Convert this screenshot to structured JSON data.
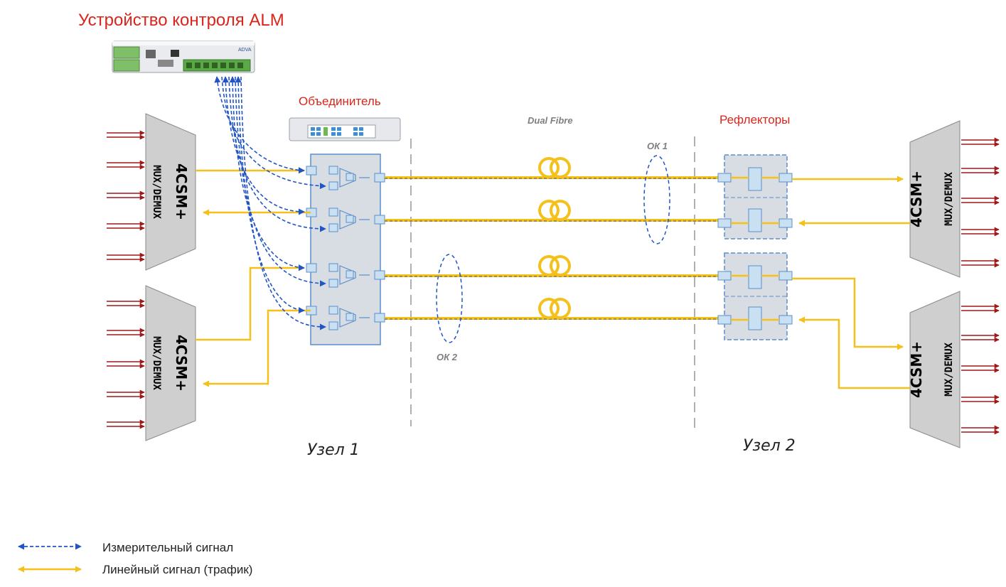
{
  "title": "Устройство контроля ALM",
  "combiner_label": "Объединитель",
  "reflectors_label": "Рефлекторы",
  "fibre_label": "Dual Fibre",
  "cable_labels": {
    "ok1": "ОК 1",
    "ok2": "ОК 2"
  },
  "node_labels": {
    "node1": "Узел 1",
    "node2": "Узел 2"
  },
  "mux_units": [
    {
      "title": "4CSM+",
      "subtitle": "MUX/DEMUX"
    },
    {
      "title": "4CSM+",
      "subtitle": "MUX/DEMUX"
    },
    {
      "title": "4CSM+",
      "subtitle": "MUX/DEMUX"
    },
    {
      "title": "4CSM+",
      "subtitle": "MUX/DEMUX"
    }
  ],
  "legend": [
    {
      "label": "Измерительный сигнал",
      "style": "dashed",
      "color": "#2255c4"
    },
    {
      "label": "Линейный сигнал (трафик)",
      "style": "solid",
      "color": "#f5c01a"
    }
  ],
  "colors": {
    "title_red": "#d9261c",
    "traffic": "#f5c01a",
    "measure": "#2255c4",
    "client_arrows": "#a01818",
    "box_fill": "#d8dde3",
    "box_stroke": "#5b8fc9",
    "mux_fill": "#cfcfcf"
  }
}
